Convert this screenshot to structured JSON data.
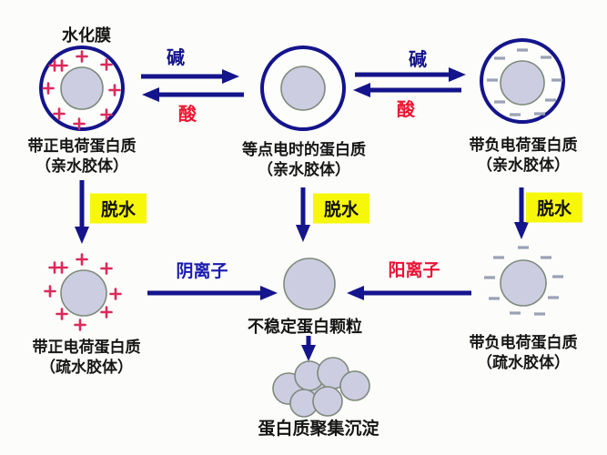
{
  "colors": {
    "navy": "#14148c",
    "acid_red": "#ee1430",
    "charge_pink": "#dc2a5c",
    "minus_grey": "#9aa2b6",
    "highlight_yellow": "#f7f70a",
    "particle_fill": "#cdcde2",
    "particle_stroke": "#7d8a7a"
  },
  "top": {
    "hydration_film": "水化膜",
    "left_protein": {
      "line1": "带正电荷蛋白质",
      "line2": "（亲水胶体）"
    },
    "center_protein": {
      "line1": "等点电时的蛋白质",
      "line2": "（亲水胶体）"
    },
    "right_protein": {
      "line1": "带负电荷蛋白质",
      "line2": "（亲水胶体）"
    },
    "reaction1": {
      "base": "碱",
      "acid": "酸"
    },
    "reaction2": {
      "base": "碱",
      "acid": "酸"
    }
  },
  "dehydration": {
    "left": "脱水",
    "center": "脱水",
    "right": "脱水"
  },
  "bottom": {
    "left_protein": {
      "line1": "带正电荷蛋白质",
      "line2": "（疏水胶体）"
    },
    "center_particle": "不稳定蛋白颗粒",
    "right_protein": {
      "line1": "带负电荷蛋白质",
      "line2": "（疏水胶体）"
    },
    "anion": "阴离子",
    "cation": "阳离子",
    "precipitate": "蛋白质聚集沉淀"
  }
}
